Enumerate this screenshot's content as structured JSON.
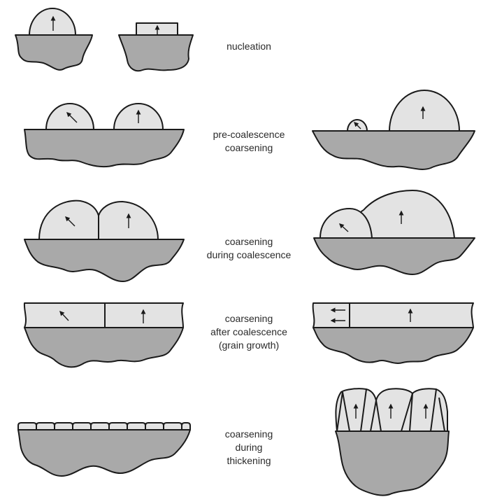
{
  "stages": [
    {
      "id": "nucleation",
      "lines": [
        "nucleation"
      ]
    },
    {
      "id": "pre-coalescence",
      "lines": [
        "pre-coalescence",
        "coarsening"
      ]
    },
    {
      "id": "during-coalescence",
      "lines": [
        "coarsening",
        "during coalescence"
      ]
    },
    {
      "id": "after-coalescence",
      "lines": [
        "coarsening",
        "after coalescence",
        "(grain growth)"
      ]
    },
    {
      "id": "during-thickening",
      "lines": [
        "coarsening",
        "during",
        "thickening"
      ]
    }
  ],
  "colors": {
    "substrate": "#a9a9a9",
    "grain": "#e3e3e3",
    "outline": "#1a1a1a",
    "text": "#2a2a2a"
  }
}
